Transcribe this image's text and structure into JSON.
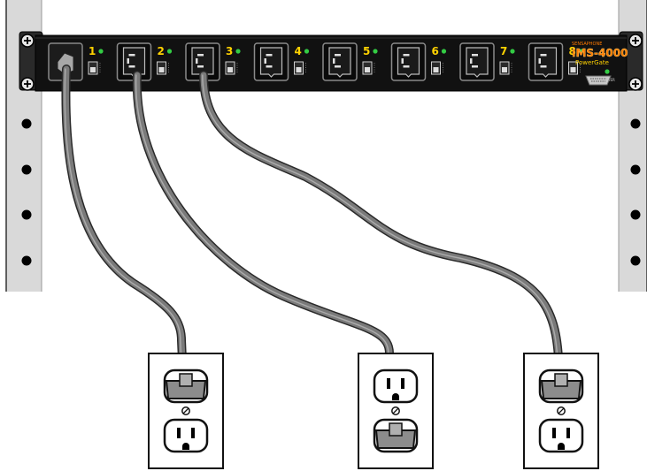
{
  "device": {
    "brand": "SENSAPHONE",
    "model": "IMS-4000",
    "subtitle": "PowerGate",
    "power_label": "POWER"
  },
  "outlets": [
    {
      "number": "1",
      "connector": "plugged"
    },
    {
      "number": "2",
      "connector": "c13-socket"
    },
    {
      "number": "3",
      "connector": "c13-socket"
    },
    {
      "number": "4",
      "connector": "c13-socket"
    },
    {
      "number": "5",
      "connector": "c13-socket"
    },
    {
      "number": "6",
      "connector": "c13-socket"
    },
    {
      "number": "7",
      "connector": "c13-socket"
    },
    {
      "number": "8",
      "connector": "c13-socket"
    }
  ],
  "wall_outlets": [
    {
      "name": "left",
      "top_plug": "plugged",
      "bottom_plug": "empty"
    },
    {
      "name": "middle",
      "top_plug": "empty",
      "bottom_plug": "plugged"
    },
    {
      "name": "right",
      "top_plug": "plugged",
      "bottom_plug": "empty"
    }
  ],
  "colors": {
    "panel": "#111111",
    "number": "#ffd200",
    "led": "#33cc44",
    "brand_accent": "#ff7a00",
    "cable": "#7a7a7a",
    "rack": "#d9d9d9"
  }
}
